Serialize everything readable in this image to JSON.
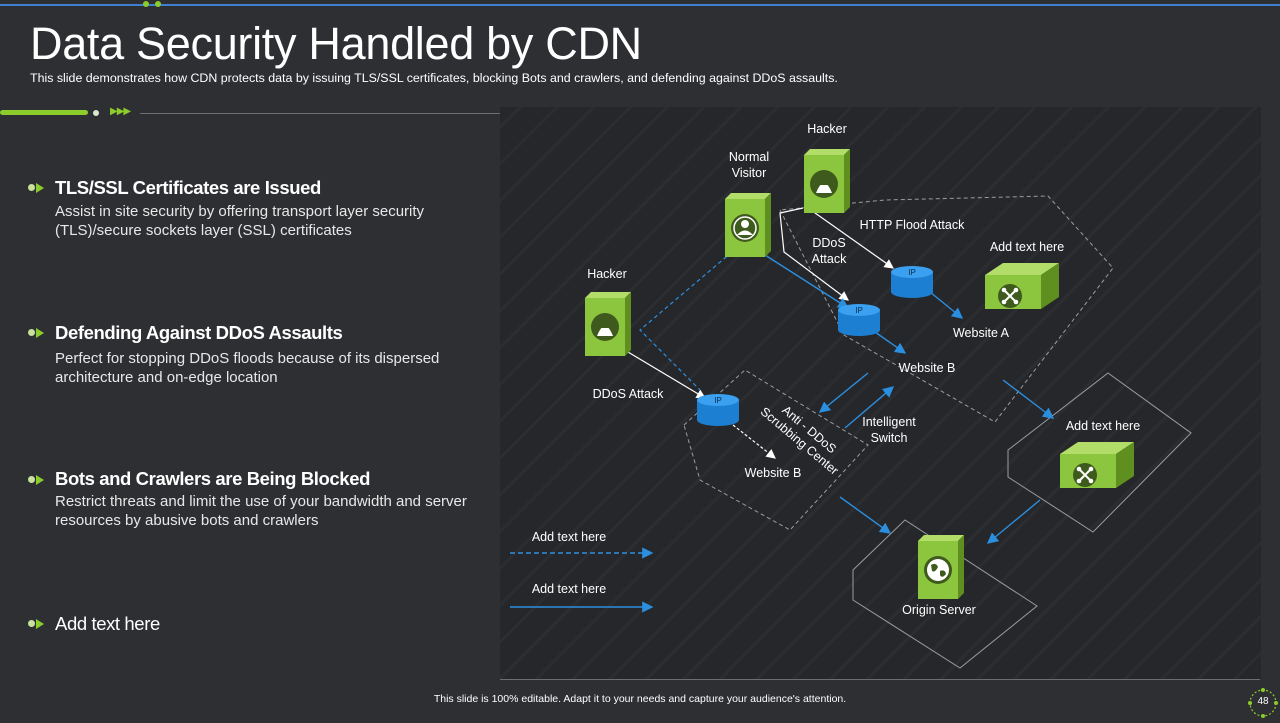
{
  "slide": {
    "title": "Data Security Handled by CDN",
    "subtitle": "This slide demonstrates how CDN protects data by issuing TLS/SSL certificates, blocking Bots and crawlers, and defending against DDoS assaults.",
    "footer": "This slide is 100% editable. Adapt it to your needs and capture your audience's attention.",
    "page_number": "48"
  },
  "items": [
    {
      "title": "TLS/SSL Certificates are Issued",
      "description": "Assist in site security by offering transport layer security (TLS)/secure sockets layer (SSL) certificates"
    },
    {
      "title": "Defending Against DDoS Assaults",
      "description": "Perfect for stopping DDoS floods because of its dispersed architecture and on-edge location"
    },
    {
      "title": "Bots and Crawlers are Being Blocked",
      "description": "Restrict threats and limit the use of your bandwidth and server resources by abusive bots and crawlers"
    },
    {
      "title": "Add text here"
    }
  ],
  "diagram": {
    "labels": {
      "hacker_top": "Hacker",
      "normal_visitor_1": "Normal",
      "normal_visitor_2": "Visitor",
      "hacker_left": "Hacker",
      "http_flood": "HTTP Flood Attack",
      "ddos_attack_1a": "DDoS",
      "ddos_attack_1b": "Attack",
      "add_text_top": "Add text here",
      "website_a": "Website A",
      "website_b_top": "Website B",
      "ddos_attack_2": "DDoS Attack",
      "scrubbing_1": "Anti - DDoS",
      "scrubbing_2": "Scrubbing Center",
      "intelligent_1": "Intelligent",
      "intelligent_2": "Switch",
      "add_text_right": "Add text here",
      "website_b_bottom": "Website B",
      "add_text_arrow_1": "Add text here",
      "add_text_arrow_2": "Add text here",
      "origin_server": "Origin Server",
      "ip_tag": "IP"
    },
    "colors": {
      "green_front": "#8cc63f",
      "green_side": "#5f8f1f",
      "green_top": "#b2dd69",
      "blue_db": "#1c7fd1",
      "blue_arrow": "#2b8fe0",
      "panel_bg": "#26272a"
    },
    "icons": [
      "hacker-icon",
      "user-icon",
      "network-icon",
      "globe-icon",
      "database-icon"
    ]
  }
}
